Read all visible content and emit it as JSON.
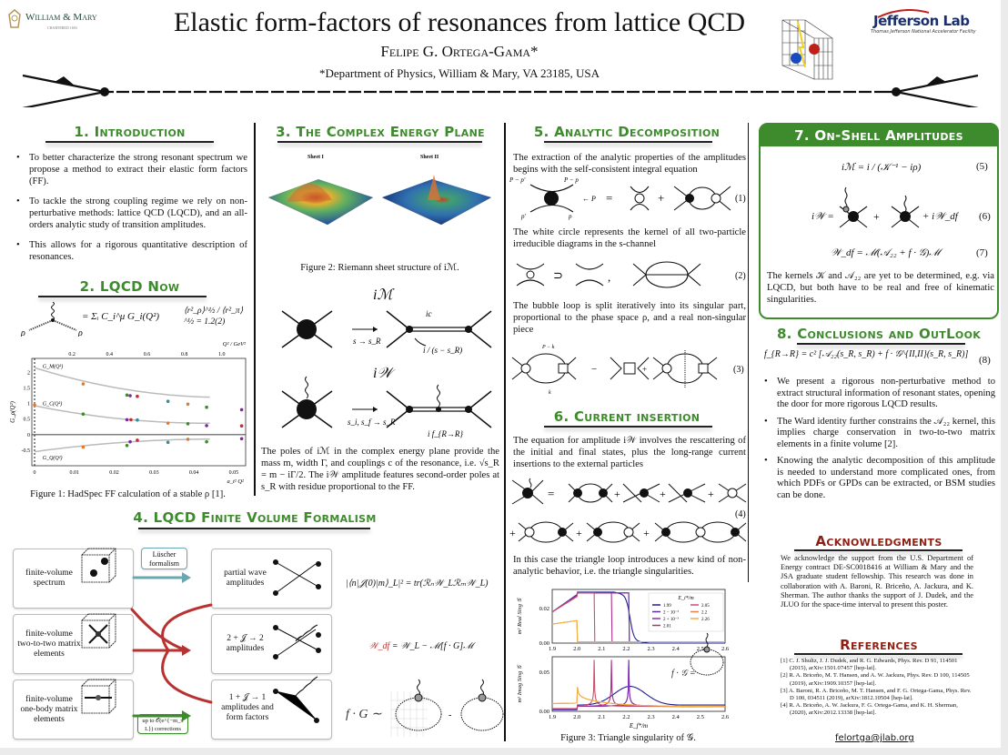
{
  "header": {
    "wm_logo": "William & Mary",
    "wm_sub": "CHARTERED 1693",
    "title": "Elastic form-factors of resonances from lattice QCD",
    "author": "Felipe G. Ortega-Gama*",
    "affiliation": "*Department of Physics, William & Mary, VA 23185, USA",
    "jlab_logo": "Jefferson Lab",
    "jlab_sub": "Thomas Jefferson National Accelerator Facility"
  },
  "colors": {
    "green": "#3d8b2c",
    "red": "#8f1f12",
    "teal": "#6aa7b0",
    "arrow_red": "#b83232"
  },
  "s1": {
    "heading": "1. Introduction",
    "bullets": [
      "To better characterize the strong resonant spectrum we propose a method to extract their elastic form factors (FF).",
      "To tackle the strong coupling regime we rely on non-perturbative methods: lattice QCD (LQCD), and an all-orders analytic study of transition amplitudes.",
      "This allows for a rigorous quantitative description of resonances."
    ]
  },
  "s2": {
    "heading": "2. LQCD Now",
    "eq": "= Σᵢ C_i^μ G_i(Q²)",
    "ratio": "⟨r²_ρ⟩^½ / ⟨r²_π⟩^½ = 1.2(2)",
    "rho": "ρ",
    "caption": "Figure 1: HadSpec FF calculation of a stable ρ [1]."
  },
  "s3": {
    "heading": "3. The Complex Energy Plane",
    "sheet1": "Sheet I",
    "sheet2": "Sheet II",
    "caption": "Figure 2: Riemann sheet structure of iℳ.",
    "iM": "iℳ",
    "iW": "i𝒲",
    "arrow1": "s → s_R",
    "ic": "ic",
    "prop": "i / (s − s_R)",
    "arrow2": "s_i, s_f → s_R",
    "ifRR": "i f_{R→R}",
    "text": "The poles of iℳ in the complex energy plane provide the mass m, width Γ, and couplings c of the resonance, i.e. √s_R = m − iΓ/2. The i𝒲 amplitude features second-order poles at s_R with residue proportional to the FF."
  },
  "s4": {
    "heading": "4. LQCD Finite Volume Formalism",
    "left": [
      "finite-volume spectrum",
      "finite-volume two-to-two matrix elements",
      "finite-volume one-body matrix elements"
    ],
    "right": [
      "partial wave amplitudes",
      "2 + 𝒥 → 2 amplitudes",
      "1 + 𝒥 → 1 amplitudes and form factors"
    ],
    "luscher": "Lüscher formalism",
    "corrections": "up to 𝒪(e^{−m_π L}) corrections",
    "eq1": "|⟨n|𝒥(0)|m⟩_L|² = tr(ℛₙ𝒲_Lℛₘ𝒲_L)",
    "eq2_lhs": "𝒲_df",
    "eq2_rhs": " = 𝒲_L − ℳ[f · G]ℳ",
    "eq3": "f · G ∼",
    "minus": "-"
  },
  "s5": {
    "heading": "5. Analytic Decomposition",
    "text1": "The extraction of the analytic properties of the amplitudes begins with the self-consistent integral equation",
    "labels": [
      "P − p′",
      "P − p",
      "p′",
      "p",
      "← P"
    ],
    "eq1_num": "(1)",
    "text2": "The white circle represents the kernel of all two-particle irreducible diagrams in the s-channel",
    "eq2_num": "(2)",
    "supset": "⊃",
    "text3": "The bubble loop is split iteratively into its singular part, proportional to the phase space ρ, and a real non-singular piece",
    "eq3_num": "(3)",
    "pk": "P − k",
    "k": "k"
  },
  "s6": {
    "heading": "6. Current insertion",
    "text1": "The equation for amplitude i𝒲 involves the rescattering of the initial and final states, plus the long-range current insertions to the external particles",
    "eq4_num": "(4)",
    "text2": "In this case the triangle loop introduces a new kind of non-analytic behavior, i.e. the triangle singularities.",
    "inset": "f · 𝒢 =",
    "caption": "Figure 3: Triangle singularity of 𝒢."
  },
  "s7": {
    "heading": "7. On-Shell Amplitudes",
    "eq5": "iℳ = i / (𝒦⁻¹ − iρ)",
    "eq5_num": "(5)",
    "eq6": "i𝒲 =",
    "eq6_tail": "+ i𝒲_df",
    "eq6_num": "(6)",
    "eq7": "𝒲_df = ℳ(𝒜₂₂ + f · 𝒢)ℳ",
    "eq7_num": "(7)",
    "text": "The kernels 𝒦 and 𝒜₂₂ are yet to be determined, e.g. via LQCD, but both have to be real and free of kinematic singularities."
  },
  "s8": {
    "heading": "8. Conclusions and OutLook",
    "eq8": "f_{R→R} = c² [𝒜₂₂(s_R, s_R) + f · 𝒢^{II,II}(s_R, s_R)]",
    "eq8_num": "(8)",
    "bullets": [
      "We present a rigorous non-perturbative method to extract structural information of resonant states, opening the door for more rigorous LQCD results.",
      "The Ward identity further constrains the 𝒜₂₂ kernel, this implies charge conservation in two-to-two matrix elements in a finite volume [2].",
      "Knowing the analytic decomposition of this amplitude is needed to understand more complicated ones, from which PDFs or GPDs can be extracted, or BSM studies can be done."
    ]
  },
  "ack": {
    "heading": "Acknowledgments",
    "text": "We acknowledge the support from the U.S. Department of Energy contract DE-SC0018416 at William & Mary and the JSA graduate student fellowship. This research was done in collaboration with A. Baroni, R. Briceño, A. Jackura, and K. Sherman. The author thanks the support of J. Dudek, and the JLUO for the space-time interval to present this poster."
  },
  "refs": {
    "heading": "References",
    "items": [
      "[1] C. J. Shultz, J. J. Dudek, and R. G. Edwards, Phys. Rev. D 91, 114501 (2015), arXiv:1501.07457 [hep-lat].",
      "[2] R. A. Briceño, M. T. Hansen, and A. W. Jackura, Phys. Rev. D 100, 114505 (2019), arXiv:1909.10357 [hep-lat].",
      "[3] A. Baroni, R. A. Briceño, M. T. Hansen, and F. G. Ortega-Gama, Phys. Rev. D 100, 034511 (2019), arXiv:1812.10504 [hep-lat].",
      "[4] R. A. Briceño, A. W. Jackura, F. G. Ortega-Gama, and K. H. Sherman, (2020), arXiv:2012.13338 [hep-lat]."
    ],
    "email": "felortga@jlab.org"
  },
  "chart_data": [
    {
      "type": "scatter",
      "title": "",
      "xlabel": "a_t² Q²",
      "x2label": "Q² / GeV²",
      "ylabel": "G_ρ(Q²)",
      "xlim": [
        0,
        0.053
      ],
      "ylim": [
        -1,
        2.45
      ],
      "xticks": [
        0,
        0.01,
        0.02,
        0.03,
        0.04,
        0.05
      ],
      "x2ticks": [
        0.2,
        0.4,
        0.6,
        0.8,
        1.0
      ],
      "yticks": [
        -0.5,
        0,
        0.5,
        1.0,
        1.5,
        2.0
      ],
      "series": [
        {
          "name": "G_M(Q²)",
          "x": [
            0.0122,
            0.0232,
            0.024,
            0.0258,
            0.0335,
            0.0385,
            0.0432,
            0.052
          ],
          "y": [
            1.63,
            1.27,
            1.25,
            1.23,
            1.07,
            0.98,
            0.88,
            0.8
          ],
          "fit": [
            2.15,
            -40,
            420
          ]
        },
        {
          "name": "G_C(Q²)",
          "x": [
            0,
            0.0122,
            0.0232,
            0.0242,
            0.0258,
            0.0335,
            0.0385,
            0.0432,
            0.052
          ],
          "y": [
            0.95,
            0.66,
            0.48,
            0.48,
            0.47,
            0.37,
            0.35,
            0.29,
            0.28
          ],
          "fit": [
            0.93,
            -26,
            300
          ]
        },
        {
          "name": "G_Q(Q²)",
          "x": [
            0.0122,
            0.0232,
            0.024,
            0.0258,
            0.0335,
            0.0385,
            0.0432,
            0.052
          ],
          "y": [
            -0.4,
            -0.35,
            -0.23,
            -0.18,
            -0.25,
            -0.15,
            -0.23,
            -0.13
          ],
          "fit": [
            -0.55,
            18,
            -200
          ]
        }
      ]
    },
    {
      "type": "line",
      "title": "",
      "xlabel": "E_f*/m",
      "panels": [
        {
          "ylabel": "m² Real Sing 𝒢",
          "ylim": [
            0,
            0.031
          ],
          "yticks": [
            0,
            0.02
          ]
        },
        {
          "ylabel": "m² Imag Sing 𝒢",
          "ylim": [
            0,
            0.07
          ],
          "yticks": [
            0,
            0.05
          ]
        }
      ],
      "xlim": [
        1.9,
        2.6
      ],
      "xticks": [
        1.9,
        2.0,
        2.1,
        2.2,
        2.3,
        2.4,
        2.5,
        2.6
      ],
      "legend_title": "E_i*/m",
      "legend": "top-right",
      "series": [
        {
          "name": "1.99",
          "color": "#1f1f8f",
          "singularity": 2.215,
          "smooth": true
        },
        {
          "name": "2 − 10⁻³",
          "color": "#5a2ab0",
          "singularity": 2.21
        },
        {
          "name": "2 + 10⁻³",
          "color": "#8a2fb8",
          "singularity": 2.21
        },
        {
          "name": "2.01",
          "color": "#a8308a",
          "singularity": 2.14
        },
        {
          "name": "2.05",
          "color": "#c8506a",
          "singularity": 2.07
        },
        {
          "name": "2.2",
          "color": "#e8804a",
          "singularity": 2.0
        },
        {
          "name": "2.26",
          "color": "#f4b040",
          "singularity": 2.0
        }
      ]
    }
  ]
}
